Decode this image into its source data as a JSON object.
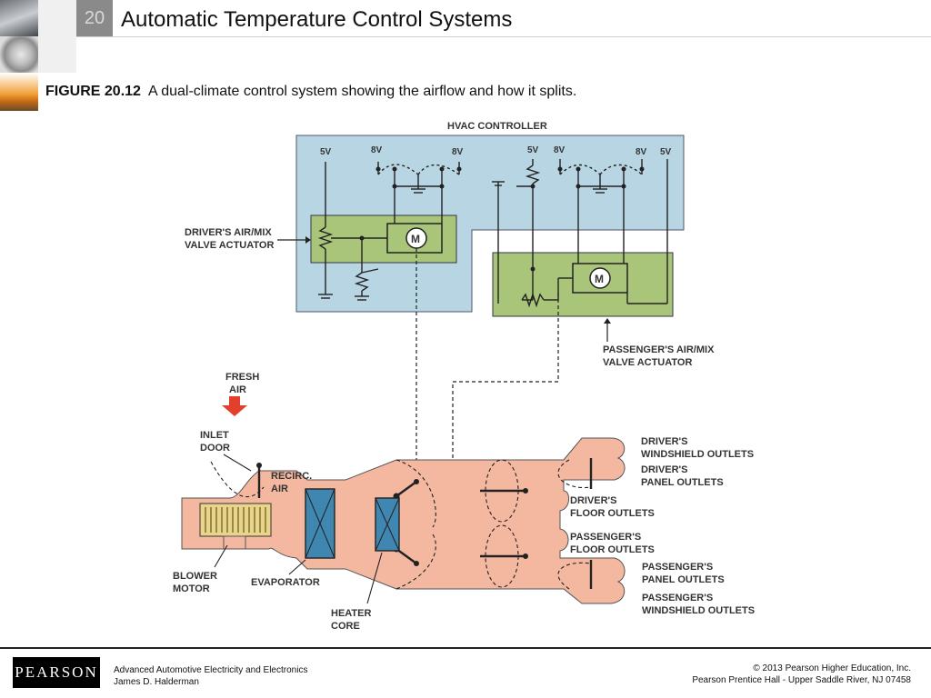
{
  "header": {
    "chapter_number": "20",
    "title": "Automatic Temperature Control Systems"
  },
  "caption": {
    "figure_label": "FIGURE 20.12",
    "text": "A dual-climate control system showing the airflow and how it splits."
  },
  "diagram": {
    "controller_label": "HVAC CONTROLLER",
    "voltages": {
      "v1": "5V",
      "v2": "8V",
      "v3": "8V",
      "v4": "5V",
      "v5": "8V",
      "v6": "8V",
      "v7": "5V"
    },
    "motor_symbol": "M",
    "labels": {
      "driver_actuator_l1": "DRIVER'S AIR/MIX",
      "driver_actuator_l2": "VALVE ACTUATOR",
      "passenger_actuator_l1": "PASSENGER'S AIR/MIX",
      "passenger_actuator_l2": "VALVE ACTUATOR",
      "fresh_air_l1": "FRESH",
      "fresh_air_l2": "AIR",
      "inlet_door_l1": "INLET",
      "inlet_door_l2": "DOOR",
      "recirc_l1": "RECIRC.",
      "recirc_l2": "AIR",
      "blower_l1": "BLOWER",
      "blower_l2": "MOTOR",
      "evaporator": "EVAPORATOR",
      "heater_l1": "HEATER",
      "heater_l2": "CORE",
      "drv_ws_l1": "DRIVER'S",
      "drv_ws_l2": "WINDSHIELD OUTLETS",
      "drv_panel_l1": "DRIVER'S",
      "drv_panel_l2": "PANEL OUTLETS",
      "drv_floor_l1": "DRIVER'S",
      "drv_floor_l2": "FLOOR OUTLETS",
      "psg_floor_l1": "PASSENGER'S",
      "psg_floor_l2": "FLOOR OUTLETS",
      "psg_panel_l1": "PASSENGER'S",
      "psg_panel_l2": "PANEL OUTLETS",
      "psg_ws_l1": "PASSENGER'S",
      "psg_ws_l2": "WINDSHIELD OUTLETS"
    },
    "colors": {
      "controller_fill": "#b8d5e4",
      "actuator_fill": "#a8c57a",
      "duct_fill": "#f4b8a0",
      "core_fill": "#3f86b0",
      "arrow_red": "#e2402a",
      "blower_fill": "#e8d48a"
    }
  },
  "footer": {
    "logo": "PEARSON",
    "book_title": "Advanced Automotive Electricity and Electronics",
    "author": "James D. Halderman",
    "copyright": "© 2013  Pearson Higher Education, Inc.",
    "publisher": "Pearson Prentice Hall - Upper Saddle River, NJ 07458"
  }
}
